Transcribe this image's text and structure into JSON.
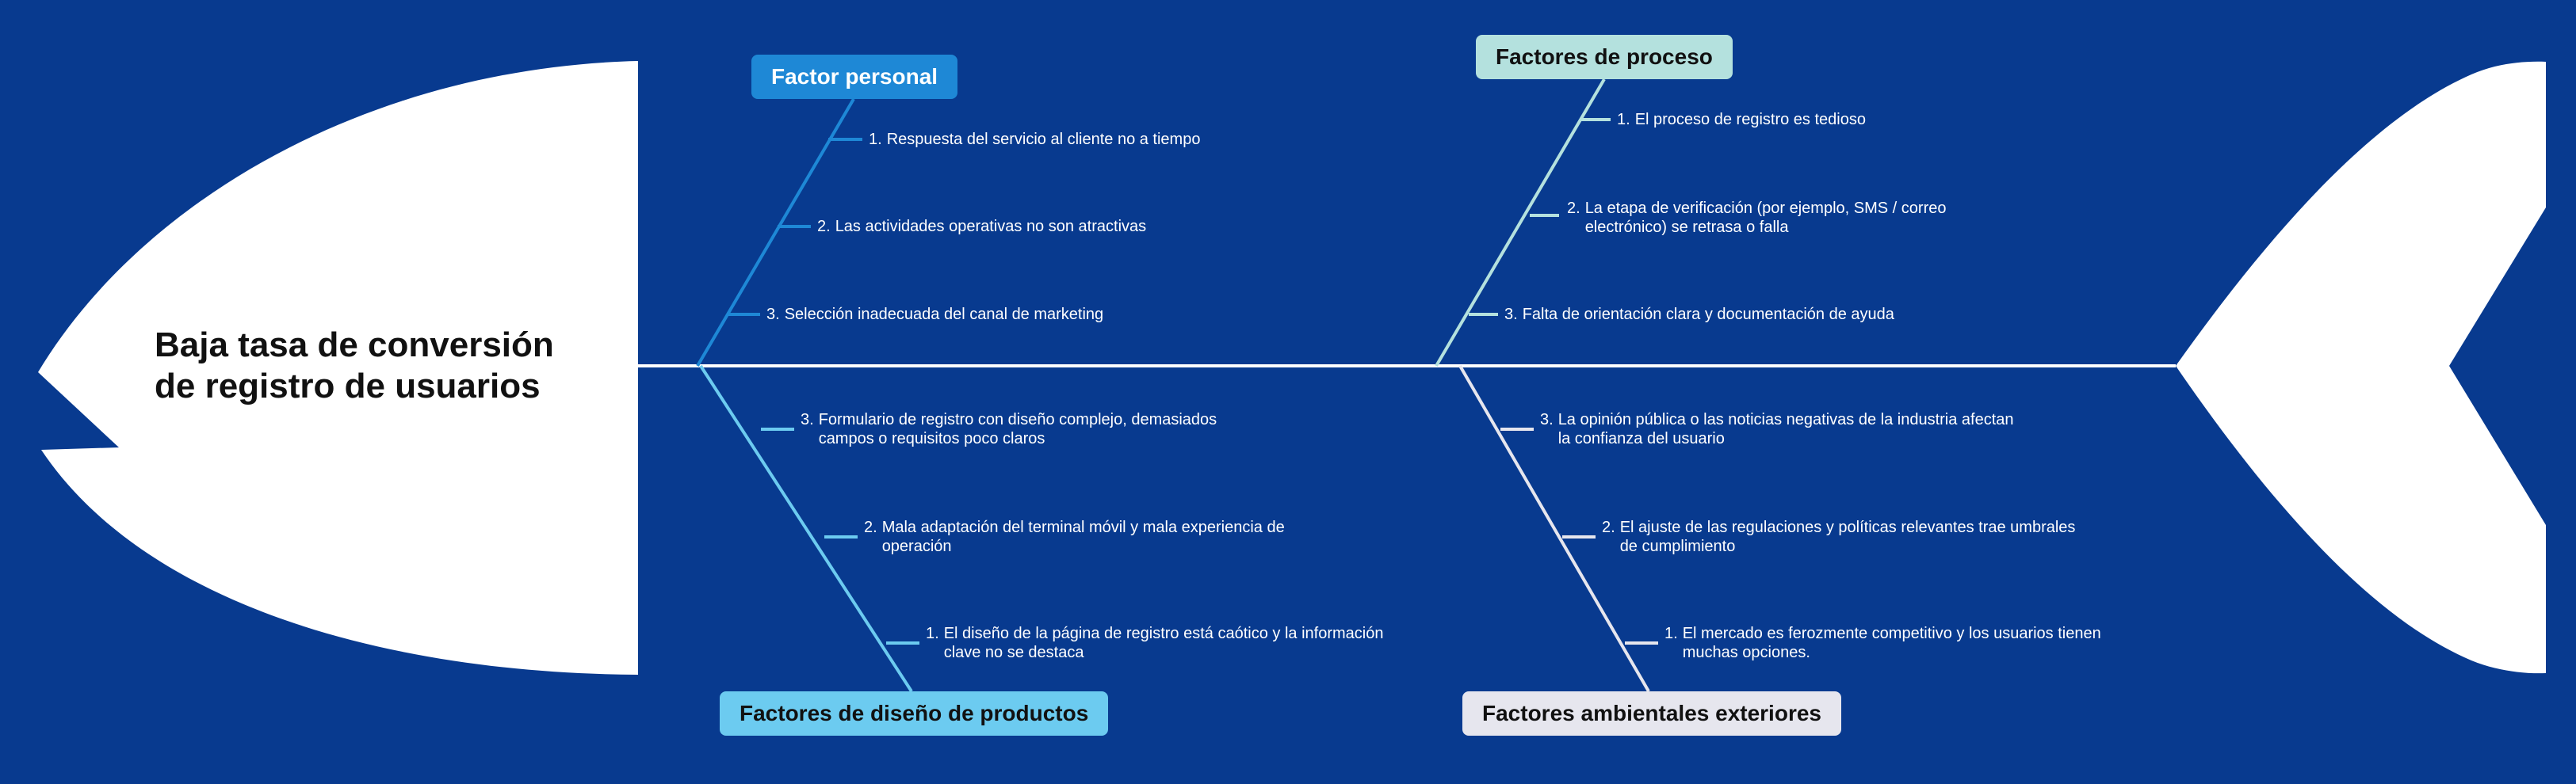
{
  "colors": {
    "background": "#083a8f",
    "fish_shape": "#ffffff",
    "spine": "#ffffff",
    "personal": "#1e88d6",
    "proceso": "#b4e1de",
    "diseno": "#6ccbf0",
    "ambiental": "#e6e6ee"
  },
  "head": {
    "title_line1": "Baja tasa de conversión",
    "title_line2": "de registro de usuarios"
  },
  "categories": {
    "personal": {
      "label": "Factor personal",
      "causes": [
        {
          "num": "1.",
          "text": "Respuesta del servicio al cliente no a tiempo"
        },
        {
          "num": "2.",
          "text": "Las actividades operativas no son atractivas"
        },
        {
          "num": "3.",
          "text": "Selección inadecuada del canal de marketing"
        }
      ]
    },
    "proceso": {
      "label": "Factores de proceso",
      "causes": [
        {
          "num": "1.",
          "text": "El proceso de registro es tedioso"
        },
        {
          "num": "2.",
          "text": "La etapa de verificación (por ejemplo, SMS / correo electrónico) se retrasa o falla"
        },
        {
          "num": "3.",
          "text": "Falta de orientación clara y documentación de ayuda"
        }
      ]
    },
    "diseno": {
      "label": "Factores de diseño de productos",
      "causes": [
        {
          "num": "3.",
          "text": "Formulario de registro con diseño complejo, demasiados campos o requisitos poco claros"
        },
        {
          "num": "2.",
          "text": "Mala adaptación del terminal móvil y mala experiencia de operación"
        },
        {
          "num": "1.",
          "text": "El diseño de la página de registro está caótico y la información clave no se destaca"
        }
      ]
    },
    "ambiental": {
      "label": "Factores ambientales exteriores",
      "causes": [
        {
          "num": "3.",
          "text": "La opinión pública o las noticias negativas de la industria afectan la confianza del usuario"
        },
        {
          "num": "2.",
          "text": "El ajuste de las regulaciones y políticas relevantes trae umbrales de cumplimiento"
        },
        {
          "num": "1.",
          "text": "El mercado es ferozmente competitivo y los usuarios tienen muchas opciones."
        }
      ]
    }
  }
}
